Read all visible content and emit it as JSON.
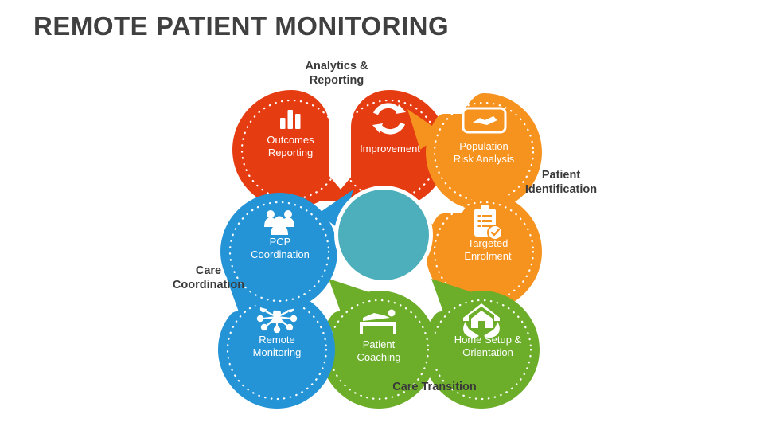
{
  "page": {
    "title": "REMOTE PATIENT MONITORING",
    "background_color": "#ffffff",
    "title_color": "#404040"
  },
  "diagram": {
    "type": "flower-petal-cycle",
    "center": {
      "name": "center-hub",
      "label": "",
      "color": "#4DAFBB"
    },
    "groups": [
      {
        "id": "analytics-reporting",
        "label": "Analytics &\nReporting",
        "color": "#E53C12",
        "position": "top"
      },
      {
        "id": "patient-identification",
        "label": "Patient\nIdentification",
        "color": "#F6921E",
        "position": "right"
      },
      {
        "id": "care-transition",
        "label": "Care Transition",
        "color": "#6CAE2A",
        "position": "bottom"
      },
      {
        "id": "care-coordination",
        "label": "Care\nCoordination",
        "color": "#2494D6",
        "position": "left"
      }
    ],
    "petals": [
      {
        "id": "outcomes-reporting",
        "label": "Outcomes\nReporting",
        "icon": "bar-chart-icon",
        "color": "#E53C12",
        "group": "analytics-reporting"
      },
      {
        "id": "improvement",
        "label": "Improvement",
        "icon": "refresh-cycle-icon",
        "color": "#E53C12",
        "group": "analytics-reporting"
      },
      {
        "id": "population-risk-analysis",
        "label": "Population\nRisk Analysis",
        "icon": "map-region-icon",
        "color": "#F6921E",
        "group": "patient-identification"
      },
      {
        "id": "targeted-enrolment",
        "label": "Targeted\nEnrolment",
        "icon": "clipboard-check-icon",
        "color": "#F6921E",
        "group": "patient-identification"
      },
      {
        "id": "home-setup-orientation",
        "label": "Home Setup &\nOrientation",
        "icon": "house-hands-icon",
        "color": "#6CAE2A",
        "group": "care-transition"
      },
      {
        "id": "patient-coaching",
        "label": "Patient\nCoaching",
        "icon": "patient-bed-icon",
        "color": "#6CAE2A",
        "group": "care-transition"
      },
      {
        "id": "remote-monitoring",
        "label": "Remote\nMonitoring",
        "icon": "network-hub-person-icon",
        "color": "#2494D6",
        "group": "care-coordination"
      },
      {
        "id": "pcp-coordination",
        "label": "PCP\nCoordination",
        "icon": "people-group-icon",
        "color": "#2494D6",
        "group": "care-coordination"
      }
    ]
  }
}
